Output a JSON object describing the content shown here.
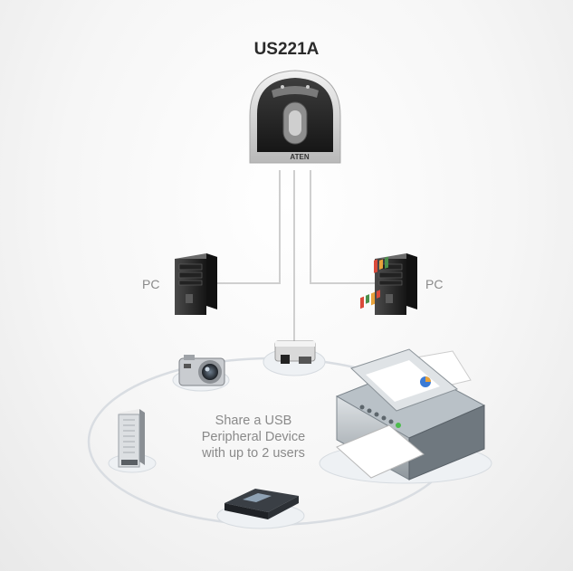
{
  "device": {
    "model": "US221A",
    "logo": "ATEN"
  },
  "pcs": [
    {
      "label": "PC"
    },
    {
      "label": "PC"
    }
  ],
  "center_text": {
    "line1": "Share a USB",
    "line2": "Peripheral Device",
    "line3": "with up to 2 users"
  },
  "colors": {
    "cable": "#cfcfcf",
    "device_body": "#2b2b2b",
    "device_frame": "#c8c8c8",
    "ring": "#d9dde2"
  },
  "peripherals": [
    "card-reader-icon",
    "camera-icon",
    "external-drive-icon",
    "scanner-icon",
    "printer-icon"
  ]
}
